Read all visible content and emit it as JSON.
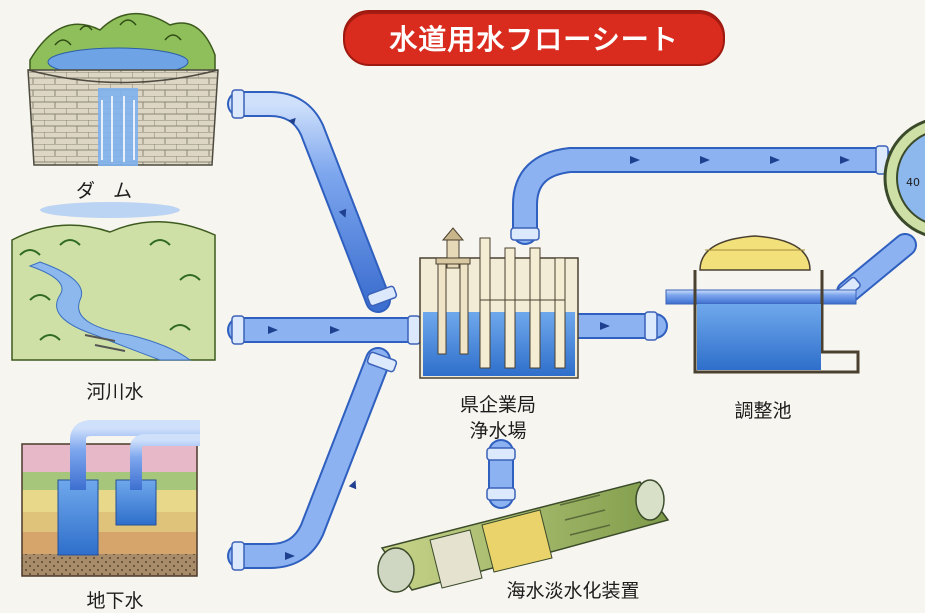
{
  "title": "水道用水フローシート",
  "labels": {
    "dam": "ダム",
    "river": "河川水",
    "groundwater": "地下水",
    "plant_line1": "県企業局",
    "plant_line2": "浄水場",
    "tank": "調整池",
    "desalination": "海水淡水化装置"
  },
  "partial_text": "40",
  "colors": {
    "title_bg": "#d92b1e",
    "pipe": "#6f9be8",
    "water": "#3d7fd6",
    "paper": "#f7f5ef"
  },
  "icons": [
    "dam-illustration",
    "river-illustration",
    "groundwater-wells-illustration",
    "water-treatment-plant-illustration",
    "regulating-reservoir-illustration",
    "desalination-unit-illustration",
    "distribution-tank-illustration"
  ]
}
